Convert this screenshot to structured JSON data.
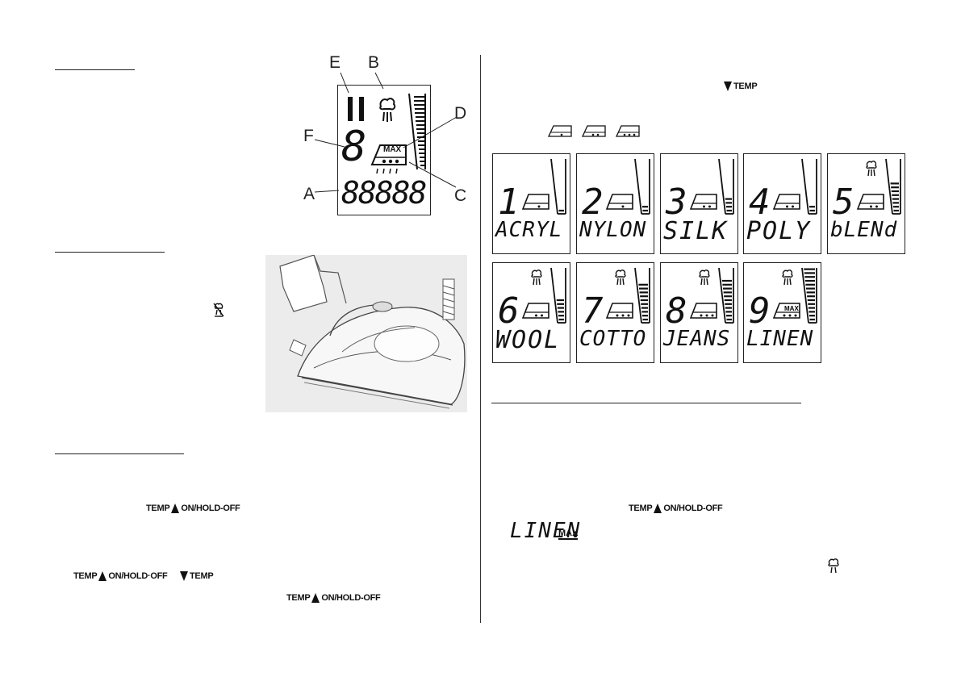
{
  "callouts": {
    "a": "A",
    "b": "B",
    "c": "C",
    "d": "D",
    "e": "E",
    "f": "F"
  },
  "main_lcd": {
    "digit": "8",
    "text": "88888",
    "max_label": "MAX"
  },
  "buttons": {
    "temp_label": "TEMP",
    "on_hold_off_label": "ON/HOLD-OFF",
    "on_hold_off_label_alt": "ON/HOLD·OFF"
  },
  "tiles": [
    {
      "digit": "1",
      "fabric": "ACRYL",
      "dots": 1,
      "steam": false,
      "level": 0.1,
      "max": false
    },
    {
      "digit": "2",
      "fabric": "NYLON",
      "dots": 1,
      "steam": false,
      "level": 0.15,
      "max": false
    },
    {
      "digit": "3",
      "fabric": "SILK",
      "dots": 2,
      "steam": false,
      "level": 0.3,
      "max": false
    },
    {
      "digit": "4",
      "fabric": "POLY",
      "dots": 2,
      "steam": false,
      "level": 0.15,
      "max": false
    },
    {
      "digit": "5",
      "fabric": "bLENd",
      "dots": 2,
      "steam": true,
      "level": 0.55,
      "max": false
    },
    {
      "digit": "6",
      "fabric": "WOOL",
      "dots": 2,
      "steam": true,
      "level": 0.45,
      "max": false
    },
    {
      "digit": "7",
      "fabric": "COTTO",
      "dots": 3,
      "steam": true,
      "level": 0.7,
      "max": false
    },
    {
      "digit": "8",
      "fabric": "JEANS",
      "dots": 3,
      "steam": true,
      "level": 0.8,
      "max": false
    },
    {
      "digit": "9",
      "fabric": "LINEN",
      "dots": 3,
      "steam": true,
      "level": 1.0,
      "max": true,
      "max_label": "MAX"
    }
  ],
  "linen_display": {
    "text": "LINEN",
    "max_label": "MAX"
  },
  "colors": {
    "ink": "#111111",
    "photo_bg": "#ebebeb"
  },
  "icons": [
    "steam-icon",
    "iron-one-dot-icon",
    "iron-two-dot-icon",
    "iron-three-dot-icon",
    "anti-calc-icon",
    "iron-photo"
  ]
}
